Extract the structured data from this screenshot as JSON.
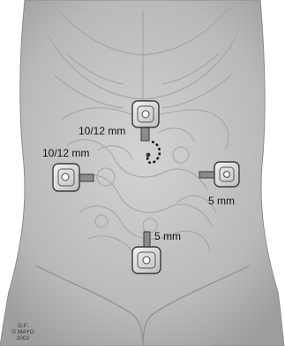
{
  "figure": {
    "subject": "abdominal torso with laparoscopic trocar port placement"
  },
  "ports": [
    {
      "label": "10/12 mm",
      "site": "supraumbilical"
    },
    {
      "label": "10/12 mm",
      "site": "left-flank"
    },
    {
      "label": "5 mm",
      "site": "right-flank"
    },
    {
      "label": "5 mm",
      "site": "suprapubic"
    }
  ],
  "credit": {
    "initials": "D.F.",
    "copyright": "© MAYO",
    "year": "2002"
  },
  "colors": {
    "skin": "#bcbcbc",
    "skin_light": "#d6d6d6",
    "background": "#ffffff",
    "port_body": "#e2e2e2",
    "port_outline": "#3a3a3a",
    "incision": "#111111"
  }
}
